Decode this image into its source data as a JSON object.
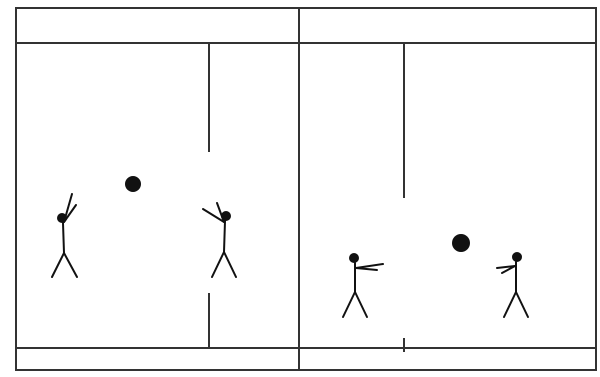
{
  "panels": [
    {
      "id": "left",
      "figures": [
        {
          "role": "player-left",
          "arms": "raised"
        },
        {
          "role": "player-right",
          "arms": "raised"
        }
      ],
      "ball": {
        "shown": true
      },
      "barrier": {
        "style": "gap"
      }
    },
    {
      "id": "right",
      "figures": [
        {
          "role": "player-left",
          "arms": "forward"
        },
        {
          "role": "player-right",
          "arms": "forward"
        }
      ],
      "ball": {
        "shown": true
      },
      "barrier": {
        "style": "gap"
      }
    }
  ],
  "colors": {
    "ink": "#111111",
    "line": "#333333",
    "background": "#ffffff"
  }
}
